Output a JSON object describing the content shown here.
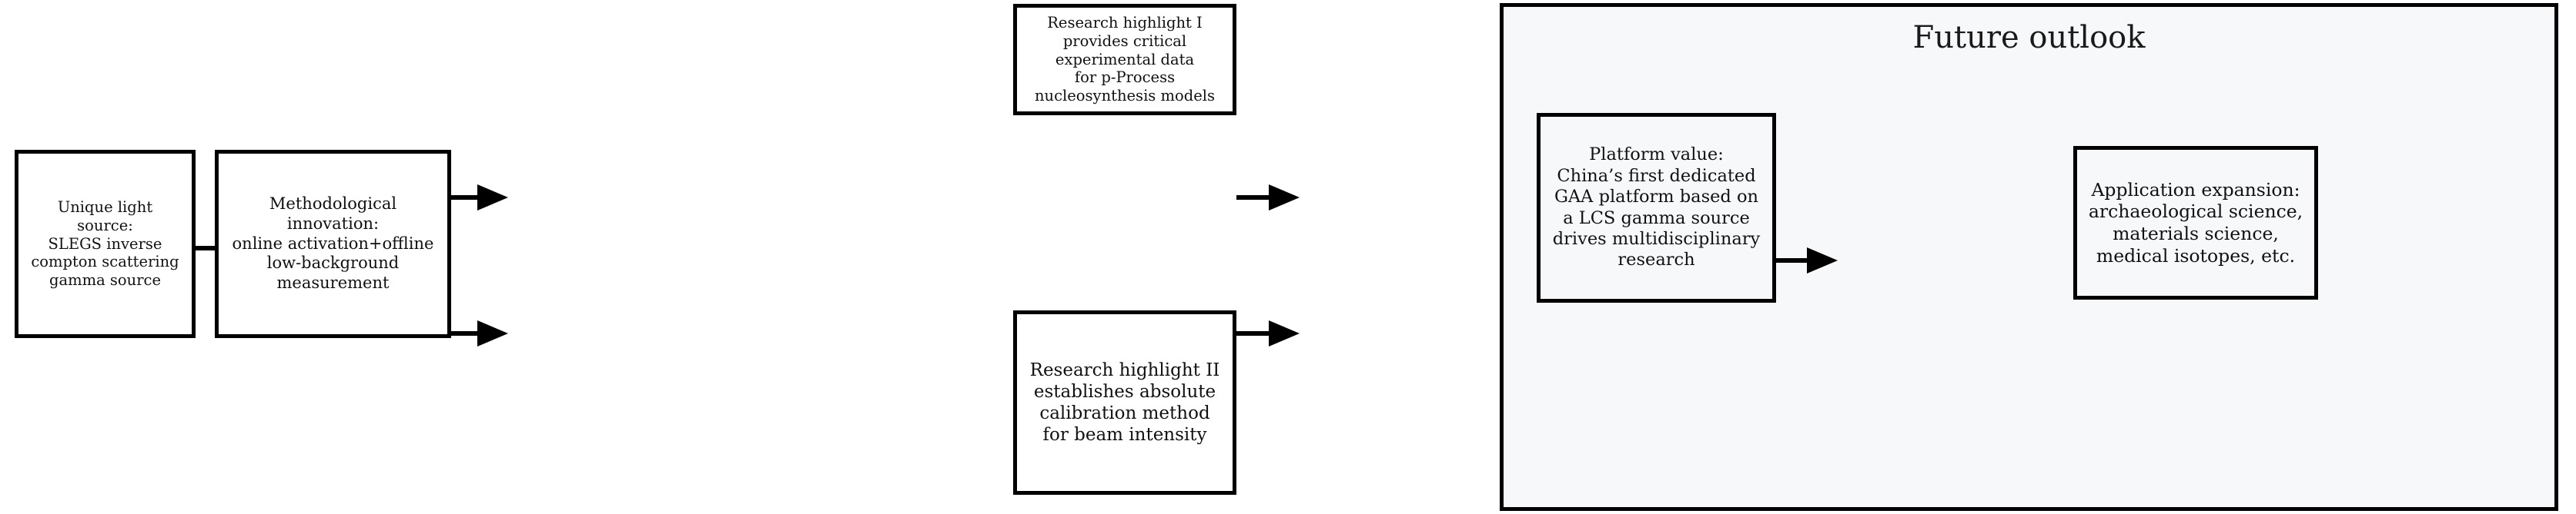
{
  "diagram": {
    "type": "flowchart",
    "background_color": "#ffffff",
    "panel_color": "#f7f8fa",
    "line_color": "#000000",
    "nodes": [
      {
        "id": "unique-light-source",
        "label": "Unique light\nsource:\nSLEGS inverse\ncompton scattering\ngamma source"
      },
      {
        "id": "methodological-innovation",
        "label": "Methodological\ninnovation:\nonline activation+offline\nlow-background\nmeasurement"
      },
      {
        "id": "research-highlight-1",
        "label": "Research highlight I\nprovides critical\nexperimental data\nfor p-Process\nnucleosynthesis models"
      },
      {
        "id": "research-highlight-2",
        "label": "Research highlight II\nestablishes absolute\ncalibration method\nfor beam intensity"
      },
      {
        "id": "platform-value",
        "label": "Platform value:\nChina’s first dedicated\nGAA platform based on\na LCS gamma source\ndrives multidisciplinary\nresearch"
      },
      {
        "id": "application-expansion",
        "label": "Application expansion:\narchaeological science,\nmaterials science,\nmedical isotopes, etc."
      }
    ],
    "panel": {
      "id": "future-outlook",
      "title": "Future outlook"
    },
    "edges": [
      {
        "from": "unique-light-source",
        "to": "methodological-innovation"
      },
      {
        "from": "methodological-innovation",
        "to": "research-highlight-1"
      },
      {
        "from": "methodological-innovation",
        "to": "research-highlight-2"
      },
      {
        "from": "research-highlight-1",
        "to": "platform-value"
      },
      {
        "from": "research-highlight-2",
        "to": "platform-value"
      },
      {
        "from": "platform-value",
        "to": "application-expansion"
      }
    ]
  }
}
